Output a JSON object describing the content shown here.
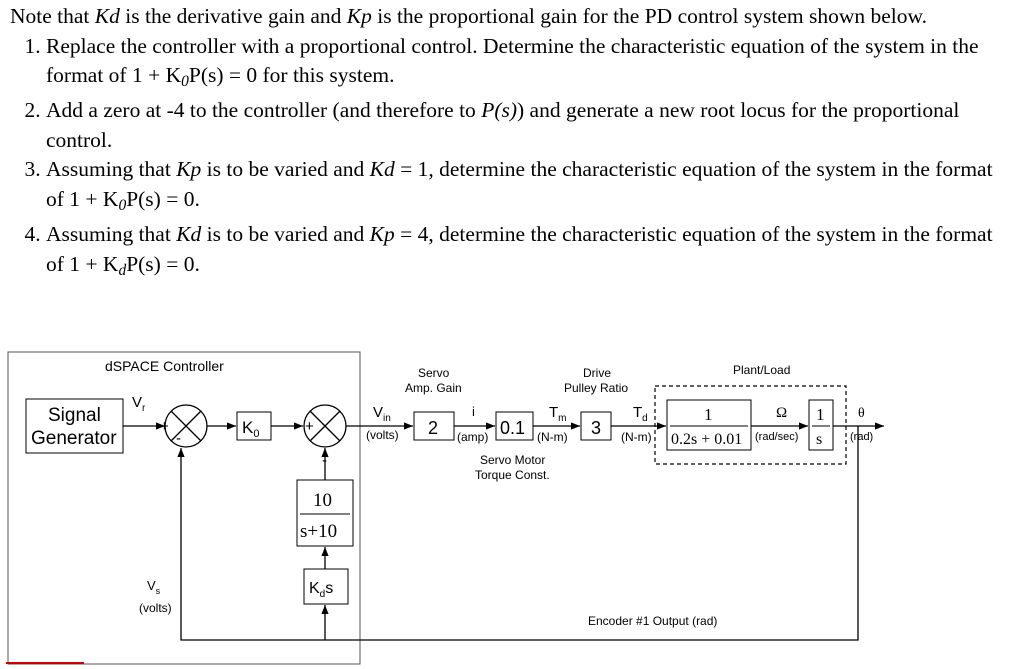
{
  "problem": {
    "intro_a": "Note that ",
    "intro_kd": "Kd",
    "intro_b": " is the derivative gain and ",
    "intro_kp": "Kp",
    "intro_c": " is the proportional gain for the PD control system shown below.",
    "items": [
      {
        "text_a": "Replace the controller with a proportional control. Determine the characteristic equation of the system in the format of ",
        "equation": "1 + K",
        "eq_sub": "0",
        "eq_rest": "P(s) = 0",
        "text_b": " for this system."
      },
      {
        "text_a": "Add a zero at -4 to the controller (and therefore to ",
        "ps": "P(s)",
        "text_b": ") and generate a new root locus for the proportional control."
      },
      {
        "text_a": "Assuming that ",
        "g1": "Kp",
        "text_b": " is to be varied and ",
        "g2": "Kd",
        "text_c": " = 1, determine the characteristic equation of the system in the format of ",
        "equation": "1 + K",
        "eq_sub": "0",
        "eq_rest": "P(s) = 0",
        "text_d": "."
      },
      {
        "text_a": "Assuming that ",
        "g1": "Kd",
        "text_b": " is to be varied and ",
        "g2": "Kp",
        "text_c": " = 4, determine the characteristic equation of the system in the format of ",
        "equation": "1 + K",
        "eq_sub": "d",
        "eq_rest": "P(s) = 0",
        "text_d": "."
      }
    ]
  },
  "diagram": {
    "controller_title": "dSPACE Controller",
    "signal_generator": [
      "Signal",
      "Generator"
    ],
    "vr": "V",
    "vr_sub": "r",
    "plus": "+",
    "minus": "-",
    "ko": "K",
    "ko_sub": "0",
    "servo_title": [
      "Servo",
      "Amp. Gain"
    ],
    "vin": "V",
    "vin_sub": "in",
    "volts": "(volts)",
    "amp_gain": "2",
    "i_label": "i",
    "amp_unit": "(amp)",
    "torque_const": "0.1",
    "tm": "T",
    "tm_sub": "m",
    "nm": "(N-m)",
    "motor_label": [
      "Servo Motor",
      "Torque Const."
    ],
    "drive_title": [
      "Drive",
      "Pulley Ratio"
    ],
    "pulley_ratio": "3",
    "td": "T",
    "td_sub": "d",
    "plant_title": "Plant/Load",
    "plant_num": "1",
    "plant_den": "0.2s + 0.01",
    "omega": "Ω",
    "rad_sec": "(rad/sec)",
    "int_num": "1",
    "int_den": "s",
    "theta": "θ",
    "rad": "(rad)",
    "filter_num": "10",
    "filter_den": "s+10",
    "kd_s": "K",
    "kd_s_sub": "d",
    "kd_s_tail": "s",
    "vs": "V",
    "vs_sub": "s",
    "vs_unit": "(volts)",
    "encoder": "Encoder #1 Output (rad)"
  }
}
